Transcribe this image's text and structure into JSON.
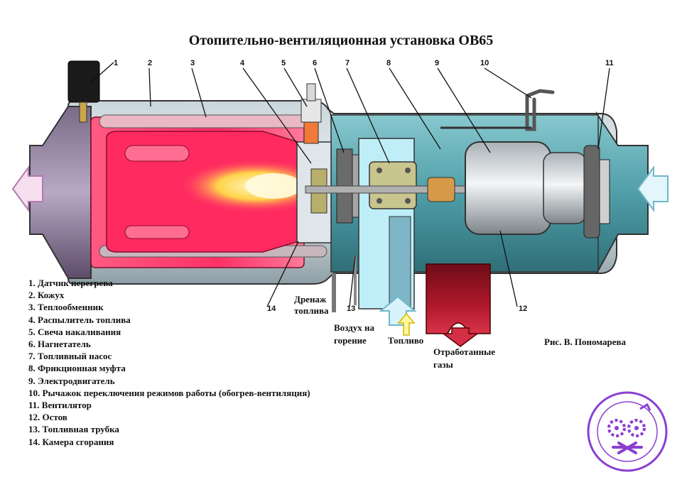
{
  "title": "Отопительно-вентиляционная установка ОВ65",
  "callouts": [
    "1",
    "2",
    "3",
    "4",
    "5",
    "6",
    "7",
    "8",
    "9",
    "10",
    "11",
    "12",
    "13",
    "14"
  ],
  "labels": {
    "drain": [
      "Дренаж",
      "топлива"
    ],
    "air": [
      "Воздух на",
      "горение"
    ],
    "fuel": "Топливо",
    "exhaust": [
      "Отработанные",
      "газы"
    ]
  },
  "legend": [
    "1. Датчик перегрева",
    "2. Кожух",
    "3. Теплообменник",
    "4. Распылитель топлива",
    "5. Свеча накаливания",
    "6. Нагнетатель",
    "7. Топливный насос",
    "8. Фрикционная муфта",
    "9. Электродвигатель",
    "10. Рычажок переключения режимов работы (обогрев-вентиляция)",
    "11. Вентилятор",
    "12. Остов",
    "13. Топливная трубка",
    "14. Камера сгорания"
  ],
  "credit": "Рис. В. Пономарева",
  "colors": {
    "heat": "#ff3d6e",
    "casing": "#5aa7b0",
    "fresh_air": "#b9ecf7",
    "exhaust": "#b0182c",
    "stamp": "#8a3fd1"
  },
  "icons": [
    "inlet-arrow-icon",
    "outlet-arrow-icon",
    "fuel-arrow-icon",
    "exhaust-arrow-icon",
    "stamp-logo-icon"
  ]
}
